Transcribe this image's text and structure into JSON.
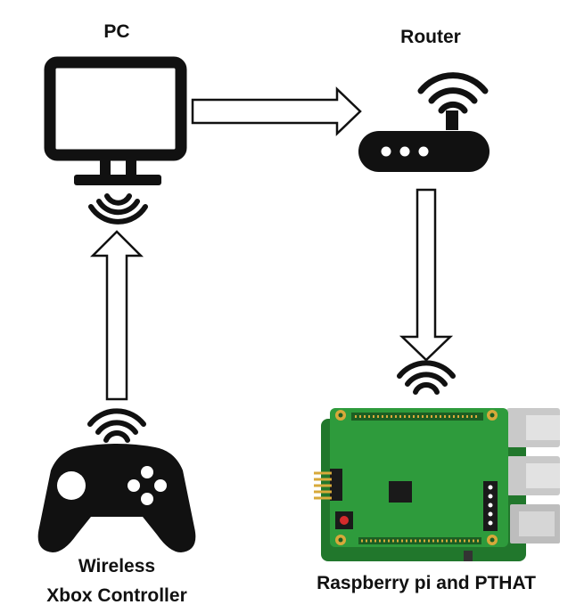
{
  "labels": {
    "pc": "PC",
    "router": "Router",
    "controller_line1": "Wireless",
    "controller_line2": "Xbox Controller",
    "pi": "Raspberry pi and PTHAT"
  },
  "icons": {
    "pc": "monitor-icon",
    "router": "router-icon",
    "controller": "gamepad-icon",
    "pi": "raspberry-pi-board-icon",
    "signal": "wifi-signal-icon",
    "arrow": "block-arrow"
  },
  "colors": {
    "ink": "#111111",
    "board_green": "#2e9b3c",
    "board_dark": "#21772c",
    "header_gold": "#d7a93a",
    "port_gray": "#c9c9c9",
    "button_red": "#d52b2b"
  }
}
